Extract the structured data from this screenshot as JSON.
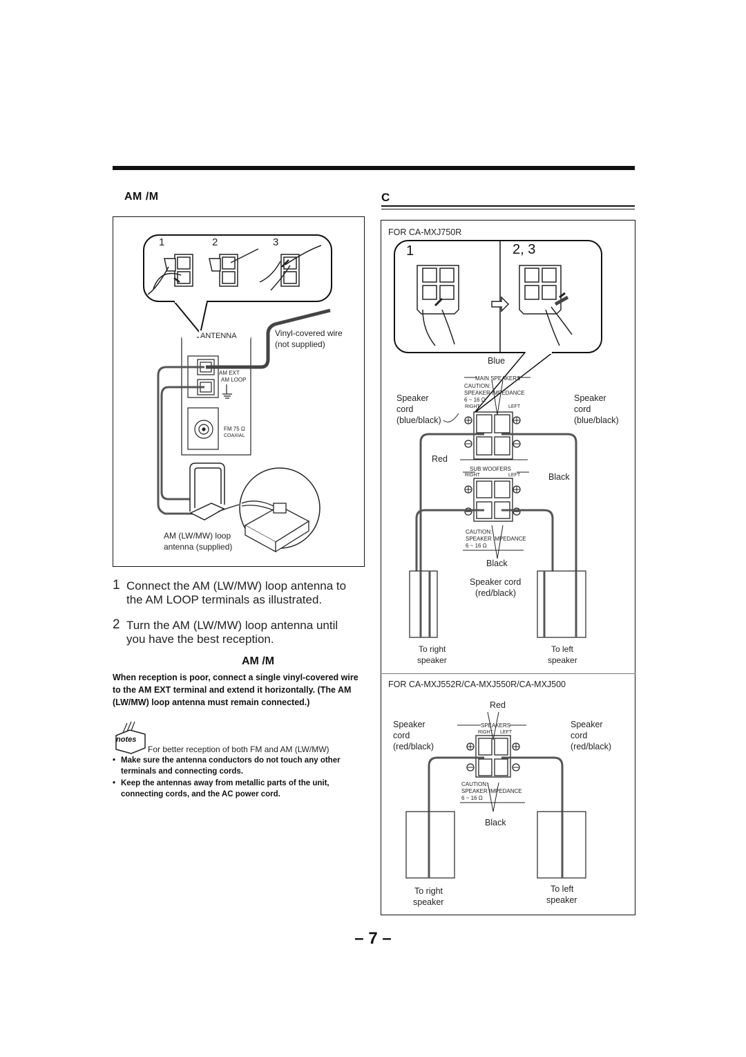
{
  "section_left": {
    "heading": "AM /M"
  },
  "section_right": {
    "heading": "C"
  },
  "antenna_diagram": {
    "step_labels": [
      "1",
      "2",
      "3"
    ],
    "panel_label": "ANTENNA",
    "am_ext": "AM EXT",
    "am_loop": "AM LOOP",
    "fm_label": "FM 75 Ω",
    "coaxial": "COAXIAL",
    "wire_note_line1": "Vinyl-covered wire",
    "wire_note_line2": "(not supplied)",
    "loop_line1": "AM (LW/MW) loop",
    "loop_line2": "antenna (supplied)"
  },
  "steps": [
    {
      "num": "1",
      "line1": "Connect the AM (LW/MW) loop antenna to",
      "line2": "the AM LOOP terminals as illustrated."
    },
    {
      "num": "2",
      "line1": "Turn the AM (LW/MW) loop antenna until",
      "line2": "you have the best reception."
    }
  ],
  "sub_heading": "AM /M",
  "poor_reception": {
    "line1": "When reception is poor, connect a single vinyl-covered wire",
    "line2": "to the AM EXT terminal and extend it horizontally. (The AM",
    "line3": "(LW/MW) loop antenna must remain connected.)"
  },
  "notes": {
    "icon_label": "notes",
    "intro": "For better reception of both FM and AM (LW/MW)",
    "bullets": [
      {
        "line1": "Make sure the antenna conductors do not touch any other",
        "line2": "terminals and connecting cords."
      },
      {
        "line1": "Keep the antennas away from metallic parts of the unit,",
        "line2": "connecting cords, and the AC power cord."
      }
    ]
  },
  "speaker_top": {
    "model": "FOR CA-MXJ750R",
    "step1": "1",
    "step23": "2, 3",
    "blue": "Blue",
    "main_speakers": "MAIN SPEAKERS",
    "caution": "CAUTION:",
    "speaker_impedance": "SPEAKER IMPEDANCE",
    "ohms": "6 ~ 16 Ω",
    "right": "RIGHT",
    "left": "LEFT",
    "cord_left": [
      "Speaker",
      "cord",
      "(blue/black)"
    ],
    "cord_right": [
      "Speaker",
      "cord",
      "(blue/black)"
    ],
    "red": "Red",
    "black_right": "Black",
    "sub_woofers": "SUB WOOFERS",
    "black_bottom": "Black",
    "cord_center": [
      "Speaker cord",
      "(red/black)"
    ],
    "to_right": [
      "To right",
      "speaker"
    ],
    "to_left": [
      "To left",
      "speaker"
    ]
  },
  "speaker_bottom": {
    "model": "FOR CA-MXJ552R/CA-MXJ550R/CA-MXJ500",
    "red": "Red",
    "speakers": "SPEAKERS",
    "right": "RIGHT",
    "left": "LEFT",
    "cord_left": [
      "Speaker",
      "cord",
      "(red/black)"
    ],
    "cord_right": [
      "Speaker",
      "cord",
      "(red/black)"
    ],
    "caution": "CAUTION:",
    "speaker_impedance": "SPEAKER IMPEDANCE",
    "ohms": "6 ~ 16 Ω",
    "black": "Black",
    "to_right": [
      "To right",
      "speaker"
    ],
    "to_left": [
      "To left",
      "speaker"
    ]
  },
  "page_number": "– 7 –"
}
